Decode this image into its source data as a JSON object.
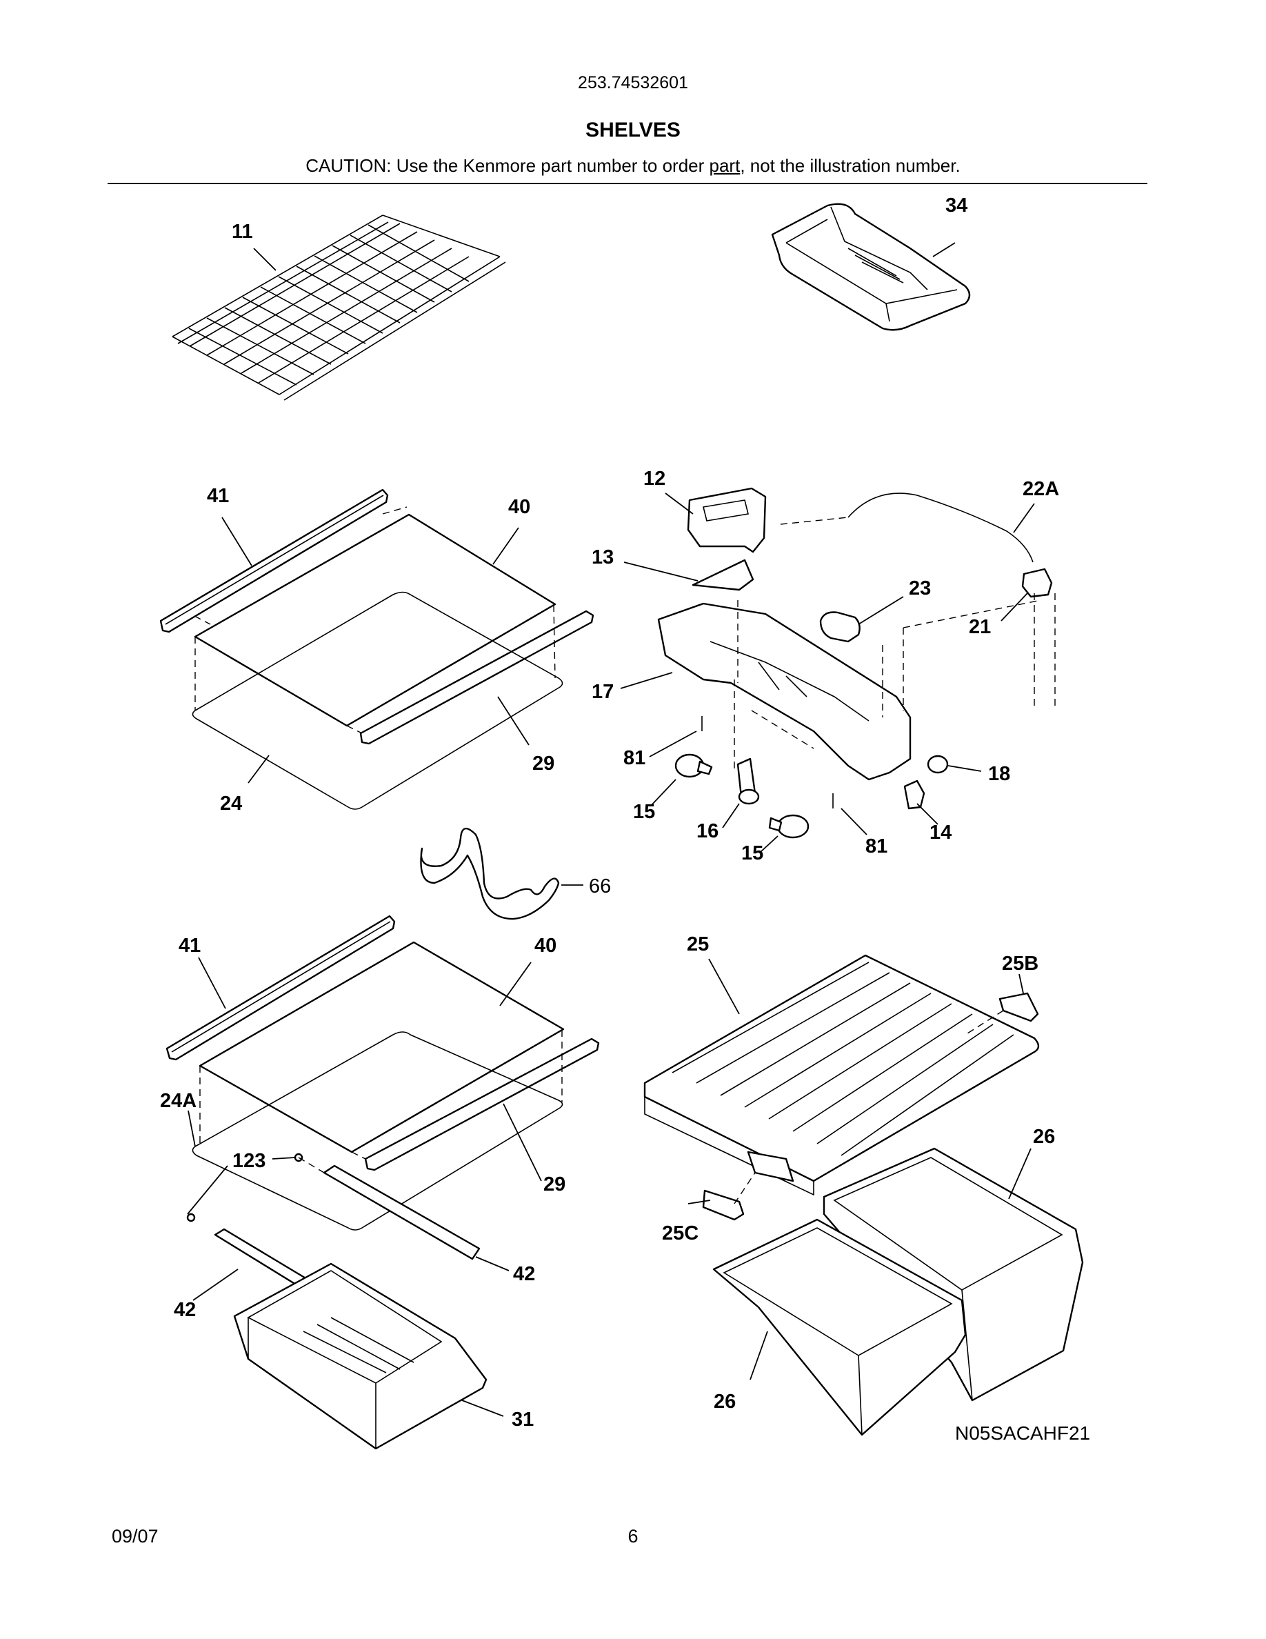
{
  "header": {
    "model_number": "253.74532601",
    "section_title": "SHELVES",
    "caution_prefix": "CAUTION: Use the Kenmore part number to order ",
    "caution_underlined": "part",
    "caution_suffix": ", not the illustration number."
  },
  "callouts": {
    "c11": "11",
    "c34": "34",
    "c41a": "41",
    "c40a": "40",
    "c29a": "29",
    "c24": "24",
    "c12": "12",
    "c22a": "22A",
    "c13": "13",
    "c23": "23",
    "c21": "21",
    "c17": "17",
    "c81a": "81",
    "c81b": "81",
    "c15a": "15",
    "c15b": "15",
    "c16": "16",
    "c18": "18",
    "c14": "14",
    "c66": "66",
    "c41b": "41",
    "c40b": "40",
    "c25": "25",
    "c25b": "25B",
    "c24a": "24A",
    "c123": "123",
    "c29b": "29",
    "c42a": "42",
    "c42b": "42",
    "c25c": "25C",
    "c26a": "26",
    "c26b": "26",
    "c31": "31"
  },
  "diagram_code": "N05SACAHF21",
  "footer": {
    "date": "09/07",
    "page_number": "6"
  }
}
